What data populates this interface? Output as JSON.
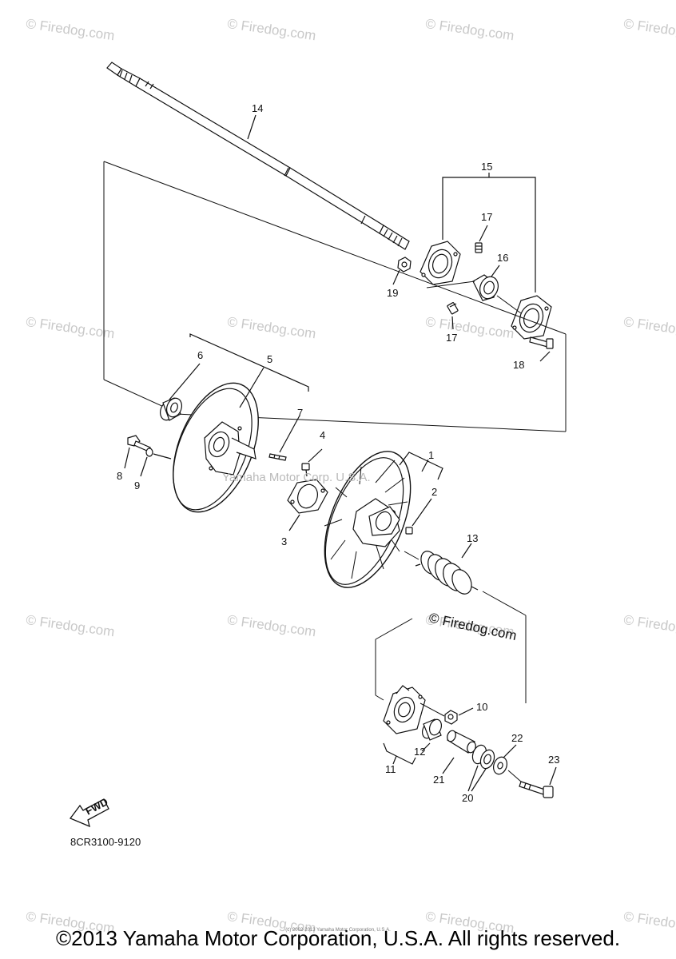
{
  "watermark": "© Firedog.com",
  "center_watermark": "Yamaha Motor Corp. U.S.A.",
  "firedog_logo": "© Firedog.com",
  "fwd_label": "FWD",
  "part_code": "8CR3100-9120",
  "fine_print": "(c) 2002-2013 Yamaha Motor Corporation, U.S.A.",
  "copyright": "©2013 Yamaha Motor Corporation, U.S.A. All rights reserved.",
  "callouts": [
    "1",
    "2",
    "3",
    "4",
    "5",
    "6",
    "7",
    "8",
    "9",
    "10",
    "11",
    "12",
    "13",
    "14",
    "15",
    "16",
    "17",
    "17",
    "18",
    "19",
    "20",
    "21",
    "22",
    "23"
  ]
}
